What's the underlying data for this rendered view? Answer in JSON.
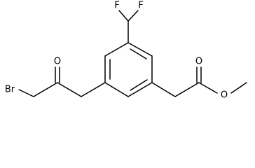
{
  "molecule": {
    "atoms": {
      "f_left": "F",
      "f_right": "F",
      "o_ketone": "O",
      "o_ester_carbonyl": "O",
      "o_ester_ether": "O",
      "br": "Br"
    }
  },
  "colors": {
    "bond": "#000000",
    "label": "#000000",
    "background": "#ffffff"
  }
}
